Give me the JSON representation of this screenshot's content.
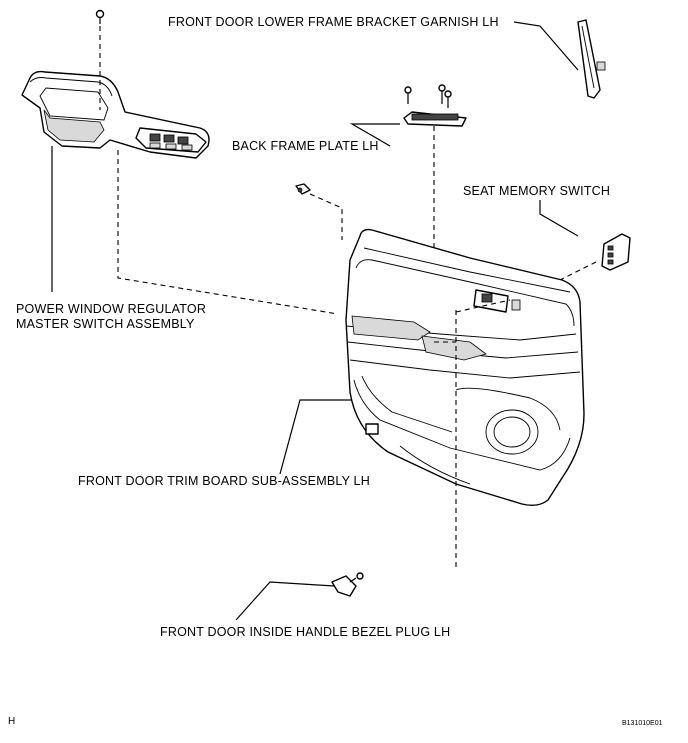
{
  "labels": {
    "garnish": "FRONT DOOR LOWER FRAME BRACKET GARNISH LH",
    "back_frame_plate": "BACK FRAME PLATE LH",
    "seat_memory_switch": "SEAT MEMORY SWITCH",
    "pw_switch_line1": "POWER WINDOW REGULATOR",
    "pw_switch_line2": "MASTER SWITCH ASSEMBLY",
    "trim_board": "FRONT DOOR TRIM BOARD SUB-ASSEMBLY LH",
    "bezel_plug": "FRONT DOOR INSIDE HANDLE BEZEL PLUG LH"
  },
  "footer": {
    "corner_letter": "H",
    "figure_code": "B131010E01"
  }
}
